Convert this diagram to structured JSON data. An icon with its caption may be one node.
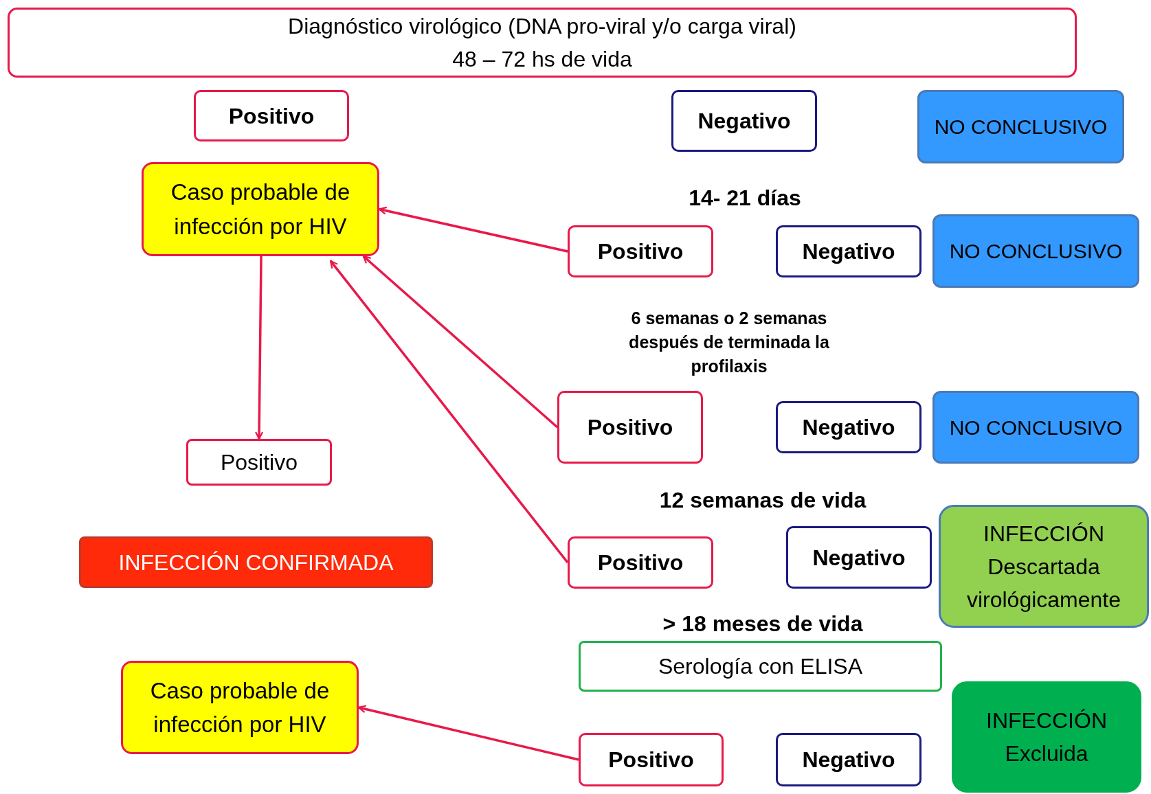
{
  "diagram": {
    "nodes": [
      {
        "text": [
          "Diagnóstico virológico (DNA pro-viral y/o carga viral)",
          "48 – 72 hs de vida"
        ]
      },
      {
        "text": [
          "Positivo"
        ]
      },
      {
        "text": [
          "Negativo"
        ]
      },
      {
        "text": [
          "NO CONCLUSIVO"
        ]
      },
      {
        "text": [
          "Caso probable de infección por HIV"
        ]
      },
      {
        "text": [
          "Positivo"
        ]
      },
      {
        "text": [
          "Negativo"
        ]
      },
      {
        "text": [
          "NO CONCLUSIVO"
        ]
      },
      {
        "text": [
          "Positivo"
        ]
      },
      {
        "text": [
          "Negativo"
        ]
      },
      {
        "text": [
          "NO CONCLUSIVO"
        ]
      },
      {
        "text": [
          "Positivo"
        ]
      },
      {
        "text": [
          "Positivo"
        ]
      },
      {
        "text": [
          "Negativo"
        ]
      },
      {
        "text": [
          "INFECCIÓN Descartada virológicamente"
        ]
      },
      {
        "text": [
          "INFECCIÓN CONFIRMADA"
        ]
      },
      {
        "text": [
          "Serología con ELISA"
        ]
      },
      {
        "text": [
          "Caso probable de infección por HIV"
        ]
      },
      {
        "text": [
          "Positivo"
        ]
      },
      {
        "text": [
          "Negativo"
        ]
      },
      {
        "text": [
          "INFECCIÓN Excluida"
        ]
      }
    ],
    "edges": [
      {
        "from": 5,
        "to": 4,
        "arrow": "to"
      },
      {
        "from": 8,
        "to": 4,
        "arrow": "to"
      },
      {
        "from": 12,
        "to": 4,
        "arrow": "to"
      },
      {
        "from": 4,
        "to": 11,
        "arrow": "to"
      },
      {
        "from": 18,
        "to": 17,
        "arrow": "to"
      }
    ],
    "labels": [
      "14- 21  días",
      "6 semanas o 2 semanas después de terminada la profilaxis",
      "12 semanas de vida",
      "> 18 meses  de vida"
    ]
  }
}
